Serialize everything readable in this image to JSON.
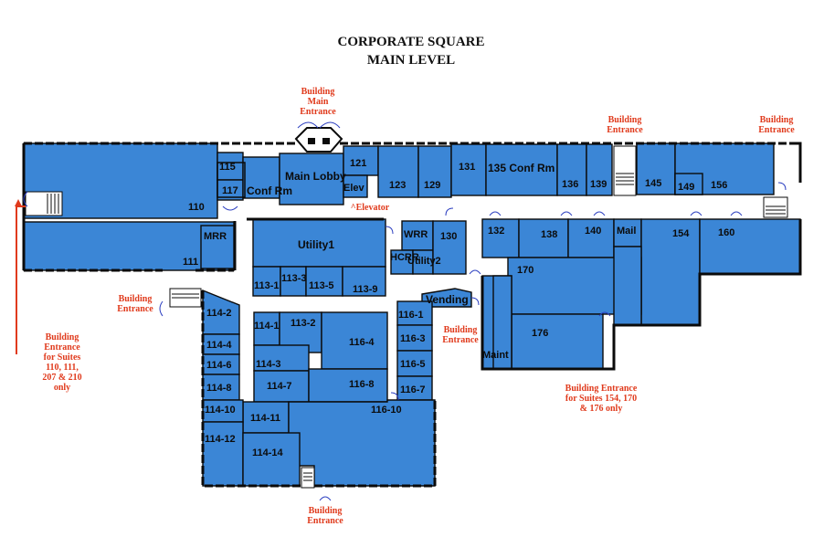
{
  "title": {
    "line1": "CORPORATE SQUARE",
    "line2": "MAIN LEVEL"
  },
  "entrances": {
    "main": "Building\nMain\nEntrance",
    "top_right_1": "Building\nEntrance",
    "top_right_2": "Building\nEntrance",
    "left_mid": "Building\nEntrance",
    "left_bottom": "Building\nEntrance\nfor Suites\n110, 111,\n207 & 210\nonly",
    "center": "Building\nEntrance",
    "bottom": "Building\nEntrance",
    "right_bottom": "Building Entrance\nfor Suites 154, 170\n& 176 only"
  },
  "elevator_note": "^Elevator",
  "rooms": [
    {
      "id": "110",
      "label": "110"
    },
    {
      "id": "115",
      "label": "115"
    },
    {
      "id": "117",
      "label": "117"
    },
    {
      "id": "conf",
      "label": "Conf Rm"
    },
    {
      "id": "lobby",
      "label": "Main Lobby"
    },
    {
      "id": "121",
      "label": "121"
    },
    {
      "id": "elev",
      "label": "Elev"
    },
    {
      "id": "123",
      "label": "123"
    },
    {
      "id": "129",
      "label": "129"
    },
    {
      "id": "131",
      "label": "131"
    },
    {
      "id": "135",
      "label": "135 Conf Rm"
    },
    {
      "id": "136",
      "label": "136"
    },
    {
      "id": "139",
      "label": "139"
    },
    {
      "id": "145",
      "label": "145"
    },
    {
      "id": "149",
      "label": "149"
    },
    {
      "id": "156",
      "label": "156"
    },
    {
      "id": "mrr",
      "label": "MRR"
    },
    {
      "id": "111",
      "label": "111"
    },
    {
      "id": "utility1",
      "label": "Utility1"
    },
    {
      "id": "wrr",
      "label": "WRR"
    },
    {
      "id": "130",
      "label": "130"
    },
    {
      "id": "hcrr",
      "label": "HCRR"
    },
    {
      "id": "utility2",
      "label": "Utility2"
    },
    {
      "id": "132",
      "label": "132"
    },
    {
      "id": "138",
      "label": "138"
    },
    {
      "id": "140",
      "label": "140"
    },
    {
      "id": "mail",
      "label": "Mail"
    },
    {
      "id": "154",
      "label": "154"
    },
    {
      "id": "160",
      "label": "160"
    },
    {
      "id": "170",
      "label": "170"
    },
    {
      "id": "113-1",
      "label": "113-1"
    },
    {
      "id": "113-3",
      "label": "113-3"
    },
    {
      "id": "113-5",
      "label": "113-5"
    },
    {
      "id": "113-9",
      "label": "113-9"
    },
    {
      "id": "vending",
      "label": "Vending"
    },
    {
      "id": "116-1",
      "label": "116-1"
    },
    {
      "id": "116-3",
      "label": "116-3"
    },
    {
      "id": "116-5",
      "label": "116-5"
    },
    {
      "id": "116-7",
      "label": "116-7"
    },
    {
      "id": "116-4",
      "label": "116-4"
    },
    {
      "id": "116-8",
      "label": "116-8"
    },
    {
      "id": "116-10",
      "label": "116-10"
    },
    {
      "id": "114-1",
      "label": "114-1"
    },
    {
      "id": "113-2",
      "label": "113-2"
    },
    {
      "id": "114-3",
      "label": "114-3"
    },
    {
      "id": "114-7",
      "label": "114-7"
    },
    {
      "id": "114-11",
      "label": "114-11"
    },
    {
      "id": "114-2",
      "label": "114-2"
    },
    {
      "id": "114-4",
      "label": "114-4"
    },
    {
      "id": "114-6",
      "label": "114-6"
    },
    {
      "id": "114-8",
      "label": "114-8"
    },
    {
      "id": "114-10",
      "label": "114-10"
    },
    {
      "id": "114-12",
      "label": "114-12"
    },
    {
      "id": "114-14",
      "label": "114-14"
    },
    {
      "id": "176",
      "label": "176"
    },
    {
      "id": "maint",
      "label": "Maint"
    }
  ]
}
